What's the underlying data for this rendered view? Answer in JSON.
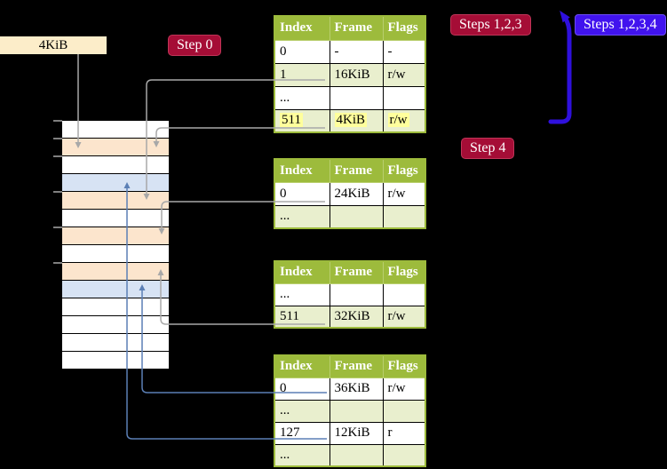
{
  "colors": {
    "background": "#000000",
    "table_header_green": "#9dbb3c",
    "table_row_pale_green": "#e9efce",
    "highlight_yellow": "#ffff9c",
    "frame_label_cream": "#fcedc9",
    "memory_peach": "#fce5cd",
    "memory_blue": "#d7e3f4",
    "badge_crimson": "#a50d36",
    "badge_violet": "#4113ee",
    "arrow_gray": "#a8a8a8",
    "arrow_steel_blue": "#5b7fb5",
    "arrow_violet": "#2f10dd"
  },
  "labels": {
    "frame_size": "4KiB",
    "step0": "Step 0",
    "steps123": "Steps 1,2,3",
    "steps1234": "Steps 1,2,3,4",
    "step4": "Step 4"
  },
  "memory": {
    "row_colors": [
      "white",
      "peach",
      "white",
      "blue",
      "peach",
      "white",
      "peach",
      "white",
      "peach",
      "blue",
      "white",
      "white",
      "white",
      "white"
    ],
    "tick_count": 6
  },
  "tables": [
    {
      "name": "page-table-1",
      "headers": [
        "Index",
        "Frame",
        "Flags"
      ],
      "rows": [
        {
          "cells": [
            "0",
            "-",
            "-"
          ],
          "shaded": false,
          "highlighted": false
        },
        {
          "cells": [
            "1",
            "16KiB",
            "r/w"
          ],
          "shaded": true,
          "highlighted": false
        },
        {
          "cells": [
            "...",
            "",
            ""
          ],
          "shaded": false,
          "highlighted": false
        },
        {
          "cells": [
            "511",
            "4KiB",
            "r/w"
          ],
          "shaded": true,
          "highlighted": true
        }
      ]
    },
    {
      "name": "page-table-2",
      "headers": [
        "Index",
        "Frame",
        "Flags"
      ],
      "rows": [
        {
          "cells": [
            "0",
            "24KiB",
            "r/w"
          ],
          "shaded": false,
          "highlighted": false
        },
        {
          "cells": [
            "...",
            "",
            ""
          ],
          "shaded": true,
          "highlighted": false
        }
      ]
    },
    {
      "name": "page-table-3",
      "headers": [
        "Index",
        "Frame",
        "Flags"
      ],
      "rows": [
        {
          "cells": [
            "...",
            "",
            ""
          ],
          "shaded": false,
          "highlighted": false
        },
        {
          "cells": [
            "511",
            "32KiB",
            "r/w"
          ],
          "shaded": true,
          "highlighted": false
        }
      ]
    },
    {
      "name": "page-table-4",
      "headers": [
        "Index",
        "Frame",
        "Flags"
      ],
      "rows": [
        {
          "cells": [
            "0",
            "36KiB",
            "r/w"
          ],
          "shaded": false,
          "highlighted": false
        },
        {
          "cells": [
            "...",
            "",
            ""
          ],
          "shaded": true,
          "highlighted": false
        },
        {
          "cells": [
            "127",
            "12KiB",
            "r"
          ],
          "shaded": false,
          "highlighted": false
        },
        {
          "cells": [
            "...",
            "",
            ""
          ],
          "shaded": true,
          "highlighted": false
        }
      ]
    }
  ]
}
